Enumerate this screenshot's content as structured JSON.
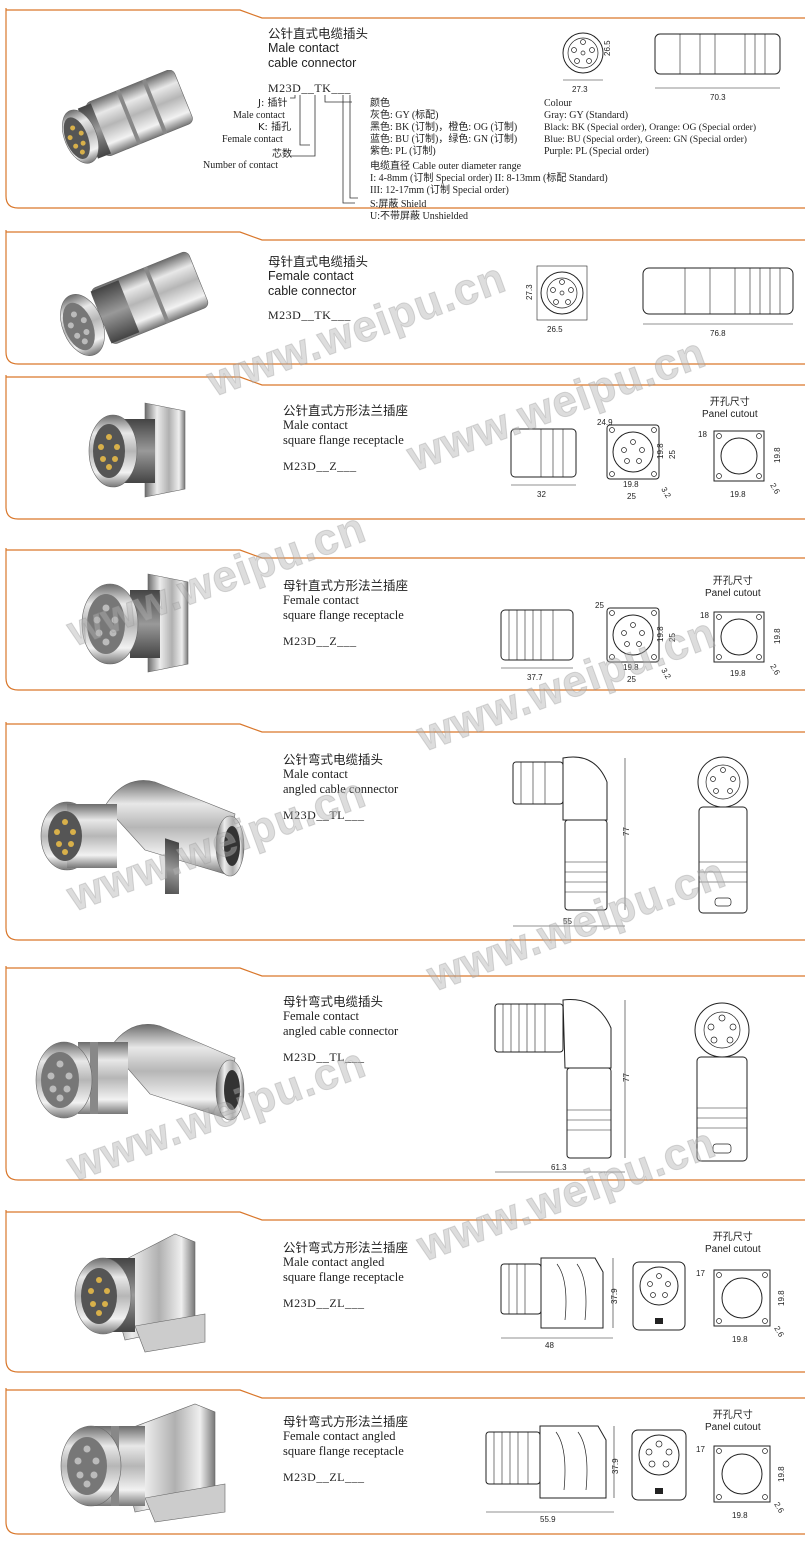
{
  "accent_color": "#d9772b",
  "watermark": "www.weipu.cn",
  "sections": [
    {
      "id": "male-straight-cable",
      "title_cn": "公针直式电缆插头",
      "title_en1": "Male contact",
      "title_en2": "cable connector",
      "code": "M23D__TK___",
      "dims": {
        "a": "27.3",
        "b": "26.5",
        "c": "70.3"
      }
    },
    {
      "id": "female-straight-cable",
      "title_cn": "母针直式电缆插头",
      "title_en1": "Female contact",
      "title_en2": "cable connector",
      "code": "M23D__TK___",
      "dims": {
        "a": "27.3",
        "b": "26.5",
        "c": "76.8"
      }
    },
    {
      "id": "male-straight-flange",
      "title_cn": "公针直式方形法兰插座",
      "title_en1": "Male contact",
      "title_en2": "square flange receptacle",
      "code": "M23D__Z___",
      "dims": {
        "len": "32",
        "dia": "24.9",
        "s1": "19.8",
        "s2": "25",
        "w1": "19.8",
        "w2": "25",
        "hole": "3.2",
        "c_dia": "18",
        "c_h": "19.8",
        "c_w": "19.8",
        "c_hole": "2.6"
      }
    },
    {
      "id": "female-straight-flange",
      "title_cn": "母针直式方形法兰插座",
      "title_en1": "Female contact",
      "title_en2": "square flange receptacle",
      "code": "M23D__Z___",
      "dims": {
        "len": "37.7",
        "dia": "25",
        "s1": "19.8",
        "s2": "25",
        "w1": "19.8",
        "w2": "25",
        "hole": "3.2",
        "c_dia": "18",
        "c_h": "19.8",
        "c_w": "19.8",
        "c_hole": "2.6"
      }
    },
    {
      "id": "male-angled-cable",
      "title_cn": "公针弯式电缆插头",
      "title_en1": "Male contact",
      "title_en2": "angled cable connector",
      "code": "M23D__TL___",
      "dims": {
        "h": "77",
        "w": "55"
      }
    },
    {
      "id": "female-angled-cable",
      "title_cn": "母针弯式电缆插头",
      "title_en1": "Female contact",
      "title_en2": "angled cable connector",
      "code": "M23D__TL___",
      "dims": {
        "h": "77",
        "w": "61.3"
      }
    },
    {
      "id": "male-angled-flange",
      "title_cn": "公针弯式方形法兰插座",
      "title_en1": "Male contact angled",
      "title_en2": "square flange receptacle",
      "code": "M23D__ZL___",
      "dims": {
        "h": "37.9",
        "w": "48",
        "c_dia": "17",
        "c_h": "19.8",
        "c_w": "19.8",
        "c_hole": "2.6"
      }
    },
    {
      "id": "female-angled-flange",
      "title_cn": "母针弯式方形法兰插座",
      "title_en1": "Female contact angled",
      "title_en2": "square flange receptacle",
      "code": "M23D__ZL___",
      "dims": {
        "h": "37.9",
        "w": "55.9",
        "c_dia": "17",
        "c_h": "19.8",
        "c_w": "19.8",
        "c_hole": "2.6"
      }
    }
  ],
  "panel_cutout": {
    "cn": "开孔尺寸",
    "en": "Panel cutout"
  },
  "legend": {
    "j_cn": "J: 插针",
    "j_en": "Male contact",
    "k_cn": "K: 插孔",
    "k_en": "Female contact",
    "n_cn": "芯数",
    "n_en": "Number of contact",
    "colour_cn": "颜色",
    "colour_gy": "灰色: GY (标配)",
    "colour_bk": "黑色: BK (订制)，橙色: OG (订制)",
    "colour_bu": "蓝色: BU (订制)，绿色: GN (订制)",
    "colour_pl": "紫色: PL (订制)",
    "colour_en": "Colour",
    "gray": "Gray: GY (Standard)",
    "black": "Black: BK (Special order), Orange: OG (Special order)",
    "blue": "Blue: BU (Special order), Green: GN (Special order)",
    "purple": "Purple: PL (Special order)",
    "dia_title": "电缆直径 Cable outer diameter range",
    "dia_1": "I: 4-8mm (订制 Special order)  II: 8-13mm (标配 Standard)",
    "dia_2": "III: 12-17mm (订制 Special order)",
    "s": "S:屏蔽 Shield",
    "u": "U:不带屏蔽 Unshielded"
  }
}
